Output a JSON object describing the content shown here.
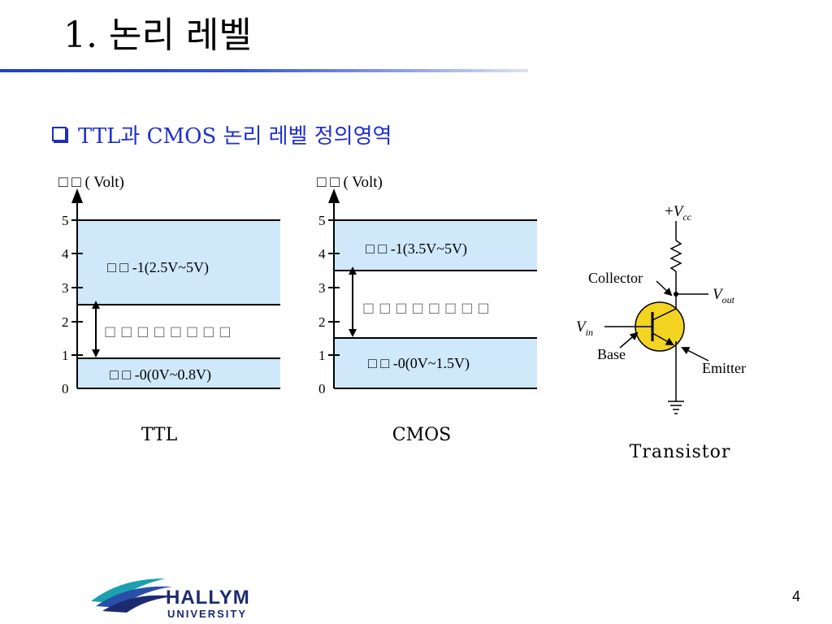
{
  "slide": {
    "title": "1. 논리 레벨",
    "bullet": "TTL과 CMOS 논리 레벨 정의영역",
    "page_number": "4"
  },
  "ttl": {
    "axis_label": "□ □ ( Volt)",
    "ticks": [
      "0",
      "1",
      "2",
      "3",
      "4",
      "5"
    ],
    "high_label": "□ □ -1(2.5V~5V)",
    "undefined_label": "□ □ □ □  □ □  □ □",
    "low_label": "□ □ -0(0V~0.8V)",
    "caption": "TTL",
    "high_range": [
      2.5,
      5
    ],
    "low_range": [
      0,
      0.8
    ]
  },
  "cmos": {
    "axis_label": "□ □ ( Volt)",
    "ticks": [
      "0",
      "1",
      "2",
      "3",
      "4",
      "5"
    ],
    "high_label": "□ □ -1(3.5V~5V)",
    "undefined_label": "□ □ □ □  □ □  □ □",
    "low_label": "□ □ -0(0V~1.5V)",
    "caption": "CMOS",
    "high_range": [
      3.5,
      5
    ],
    "low_range": [
      0,
      1.5
    ]
  },
  "transistor": {
    "vcc_plus": "+",
    "vcc_v": "V",
    "vcc_sub": "cc",
    "vout_v": "V",
    "vout_sub": "out",
    "vin_v": "V",
    "vin_sub": "in",
    "collector": "Collector",
    "base": "Base",
    "emitter": "Emitter",
    "caption": "Transistor"
  },
  "logo": {
    "name": "HALLYM",
    "sub": "UNIVERSITY"
  },
  "colors": {
    "band_fill": "#cfe9fb",
    "title_rule": "#2a48d4",
    "bullet_text": "#1f2fd0",
    "transistor_fill": "#f3d421",
    "logo_navy": "#1d2b6e",
    "logo_teal": "#1aa0b0"
  }
}
